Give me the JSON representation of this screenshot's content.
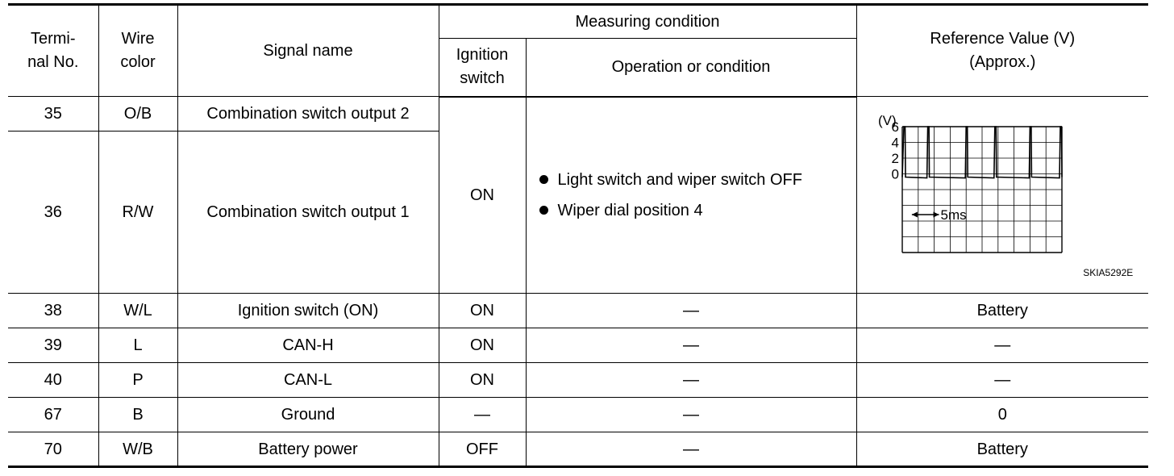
{
  "headers": {
    "terminal_line1": "Termi-",
    "terminal_line2": "nal No.",
    "wire_line1": "Wire",
    "wire_line2": "color",
    "signal_name": "Signal name",
    "measuring_condition": "Measuring condition",
    "ignition_line1": "Ignition",
    "ignition_line2": "switch",
    "operation": "Operation or condition",
    "reference_line1": "Reference Value (V)",
    "reference_line2": "(Approx.)"
  },
  "rows": [
    {
      "terminal": "35",
      "wire": "O/B",
      "signal": "Combination switch output 2"
    },
    {
      "terminal": "36",
      "wire": "R/W",
      "signal": "Combination switch output 1"
    },
    {
      "terminal": "38",
      "wire": "W/L",
      "signal": "Ignition switch (ON)",
      "ignition": "ON",
      "operation": "—",
      "reference": "Battery"
    },
    {
      "terminal": "39",
      "wire": "L",
      "signal": "CAN-H",
      "ignition": "ON",
      "operation": "—",
      "reference": "—"
    },
    {
      "terminal": "40",
      "wire": "P",
      "signal": "CAN-L",
      "ignition": "ON",
      "operation": "—",
      "reference": "—"
    },
    {
      "terminal": "67",
      "wire": "B",
      "signal": "Ground",
      "ignition": "—",
      "operation": "—",
      "reference": "0"
    },
    {
      "terminal": "70",
      "wire": "W/B",
      "signal": "Battery power",
      "ignition": "OFF",
      "operation": "—",
      "reference": "Battery"
    }
  ],
  "merged": {
    "ignition": "ON",
    "conditions": [
      "Light switch and wiper switch OFF",
      "Wiper dial position 4"
    ]
  },
  "waveform": {
    "unit_label": "(V)",
    "y_ticks": [
      "6",
      "4",
      "2",
      "0"
    ],
    "time_scale": "5ms",
    "figure_id": "SKIA5292E",
    "baseline_volts": 0,
    "pulse_volts": 6,
    "grid_divisions_x": 10,
    "grid_divisions_y": 8,
    "pulse_division_positions": [
      0,
      2,
      4,
      6,
      8,
      10
    ],
    "line_color": "#000000"
  }
}
